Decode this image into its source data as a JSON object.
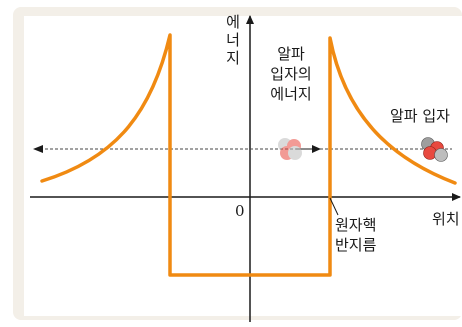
{
  "axes": {
    "y_label": "에\n너\n지",
    "x_label": "위치",
    "origin_label": "0"
  },
  "annotations": {
    "alpha_energy": "알파\n입자의\n에너지",
    "alpha_particle": "알파 입자",
    "nuclear_radius": "원자핵\n반지름"
  },
  "colors": {
    "panel_bg": "#f3efe8",
    "curve": "#f08a12",
    "axis": "#1a1a1a",
    "proton": "#e8493f",
    "neutron": "#bdbdbd"
  }
}
